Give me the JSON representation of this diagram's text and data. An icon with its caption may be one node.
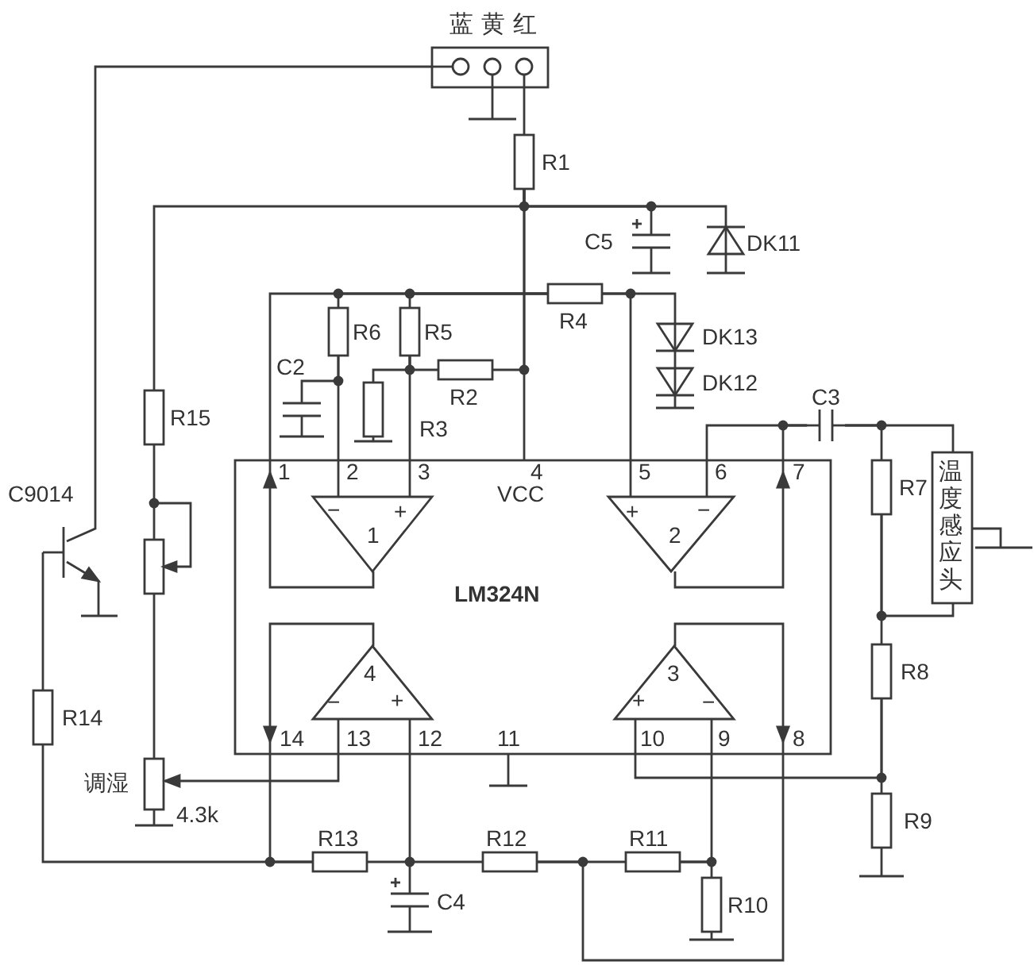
{
  "diagram": {
    "nodes": [
      {
        "text": [
          "蓝黄红"
        ]
      },
      {
        "text": [
          "R1"
        ]
      },
      {
        "text": [
          "C5"
        ]
      },
      {
        "text": [
          "DK11"
        ]
      },
      {
        "text": [
          "R4"
        ]
      },
      {
        "text": [
          "DK13"
        ]
      },
      {
        "text": [
          "DK12"
        ]
      },
      {
        "text": [
          "R6"
        ]
      },
      {
        "text": [
          "R5"
        ]
      },
      {
        "text": [
          "C2"
        ]
      },
      {
        "text": [
          "R2"
        ]
      },
      {
        "text": [
          "R3"
        ]
      },
      {
        "text": [
          "C3"
        ]
      },
      {
        "text": [
          "R15"
        ]
      },
      {
        "text": [
          "LM324N"
        ]
      },
      {
        "text": [
          "−",
          "+",
          "1"
        ],
        "in": 14
      },
      {
        "text": [
          "+",
          "−",
          "2"
        ],
        "in": 14
      },
      {
        "text": [
          "4",
          "−",
          "+"
        ],
        "in": 14
      },
      {
        "text": [
          "3",
          "+",
          "−"
        ],
        "in": 14
      },
      {
        "text": [
          "C9014"
        ]
      },
      {
        "text": [],
        "shape": "box"
      },
      {
        "text": [
          "R7"
        ]
      },
      {
        "text": [
          "温度感应头"
        ]
      },
      {
        "text": [
          "R8"
        ]
      },
      {
        "text": [
          "R14"
        ]
      },
      {
        "text": [
          "调湿"
        ],
        "beside": [
          "4.3k"
        ]
      },
      {
        "text": [
          "R9"
        ]
      },
      {
        "text": [
          "R13"
        ]
      },
      {
        "text": [
          "R12"
        ]
      },
      {
        "text": [
          "R11"
        ]
      },
      {
        "text": [
          "C4"
        ]
      },
      {
        "text": [
          "R10"
        ]
      }
    ],
    "edges": [
      {
        "from": 0,
        "to": 19,
        "arrow": "none"
      },
      {
        "from": 0,
        "to": 1,
        "arrow": "none"
      },
      {
        "from": 1,
        "to": 13,
        "arrow": "none"
      },
      {
        "from": 1,
        "to": 2,
        "arrow": "none"
      },
      {
        "from": 1,
        "to": 3,
        "arrow": "none"
      },
      {
        "from": 1,
        "to": 14,
        "arrow": "none"
      },
      {
        "from": 10,
        "to": 1,
        "arrow": "none"
      },
      {
        "from": 15,
        "to": 4,
        "arrow": "to"
      },
      {
        "from": 7,
        "to": 4,
        "arrow": "none"
      },
      {
        "from": 8,
        "to": 4,
        "arrow": "none"
      },
      {
        "from": 4,
        "to": 5,
        "arrow": "none"
      },
      {
        "from": 4,
        "to": 16,
        "arrow": "none"
      },
      {
        "from": 5,
        "to": 6,
        "arrow": "none"
      },
      {
        "from": 7,
        "to": 9,
        "arrow": "none"
      },
      {
        "from": 7,
        "to": 15,
        "arrow": "none"
      },
      {
        "from": 8,
        "to": 10,
        "arrow": "none"
      },
      {
        "from": 8,
        "to": 11,
        "arrow": "none"
      },
      {
        "from": 8,
        "to": 15,
        "arrow": "none"
      },
      {
        "from": 16,
        "to": 12,
        "arrow": "to"
      },
      {
        "from": 12,
        "to": 16,
        "arrow": "none"
      },
      {
        "from": 12,
        "to": 21,
        "arrow": "none"
      },
      {
        "from": 12,
        "to": 22,
        "arrow": "none"
      },
      {
        "from": 21,
        "to": 23,
        "arrow": "none"
      },
      {
        "from": 21,
        "to": 22,
        "arrow": "none"
      },
      {
        "from": 23,
        "to": 26,
        "arrow": "none"
      },
      {
        "from": 23,
        "to": 18,
        "arrow": "none"
      },
      {
        "from": 18,
        "to": 29,
        "arrow": "none"
      },
      {
        "from": 29,
        "to": 31,
        "arrow": "none"
      },
      {
        "from": 18,
        "to": 28,
        "arrow": "to"
      },
      {
        "from": 28,
        "to": 29,
        "arrow": "none"
      },
      {
        "from": 27,
        "to": 28,
        "arrow": "none"
      },
      {
        "from": 17,
        "to": 30,
        "arrow": "none"
      },
      {
        "from": 17,
        "to": 25,
        "arrow": "to"
      },
      {
        "from": 17,
        "to": 27,
        "arrow": "to"
      },
      {
        "from": 27,
        "to": 24,
        "arrow": "none"
      },
      {
        "from": 24,
        "to": 19,
        "arrow": "none"
      },
      {
        "from": 13,
        "to": 20,
        "arrow": "none"
      },
      {
        "from": 20,
        "to": 25,
        "arrow": "none"
      }
    ],
    "labels": [
      "1",
      "2",
      "3",
      "4",
      "VCC",
      "5",
      "6",
      "7",
      "14",
      "13",
      "12",
      "11",
      "10",
      "9",
      "8"
    ]
  }
}
